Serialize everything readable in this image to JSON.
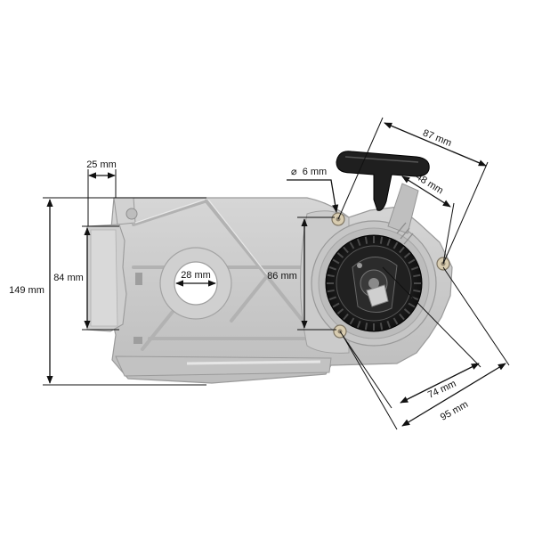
{
  "diagram": {
    "dimensions": {
      "width_top": "25 mm",
      "height_total": "149 mm",
      "height_inner": "84 mm",
      "hole_diameter": "28 mm",
      "bolt_spacing_vertical": "86 mm",
      "bolt_diameter": "6 mm",
      "diag_top": "87 mm",
      "diag_handle": "48 mm",
      "diag_lower": "74 mm",
      "diag_outer": "95 mm"
    },
    "diameter_symbol": "⌀",
    "colors": {
      "housing": "#c9c9c9",
      "housing_shade": "#aaaaaa",
      "rib": "#b4b4b4",
      "pulley": "#1c1c1c",
      "handle": "#1f1f1f",
      "bolt": "#d8ccb0",
      "line": "#111111"
    }
  }
}
